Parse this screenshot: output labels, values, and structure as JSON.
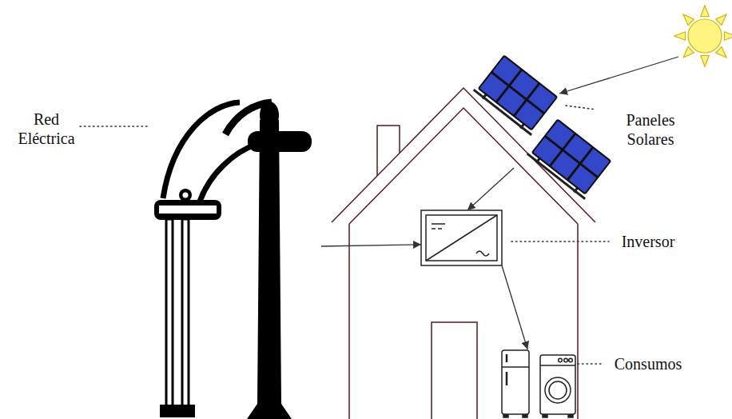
{
  "diagram": {
    "nodes": [
      {
        "text": [
          "Red Eléctrica"
        ]
      },
      {
        "text": [
          "Paneles Solares"
        ]
      },
      {
        "text": [
          "Inversor"
        ]
      },
      {
        "text": [
          "Consumos"
        ]
      }
    ],
    "edges": [
      {
        "from": 1,
        "to": 2,
        "arrow": "to"
      },
      {
        "from": 0,
        "to": 2,
        "arrow": "to"
      },
      {
        "from": 2,
        "to": 3,
        "arrow": "to"
      }
    ]
  }
}
